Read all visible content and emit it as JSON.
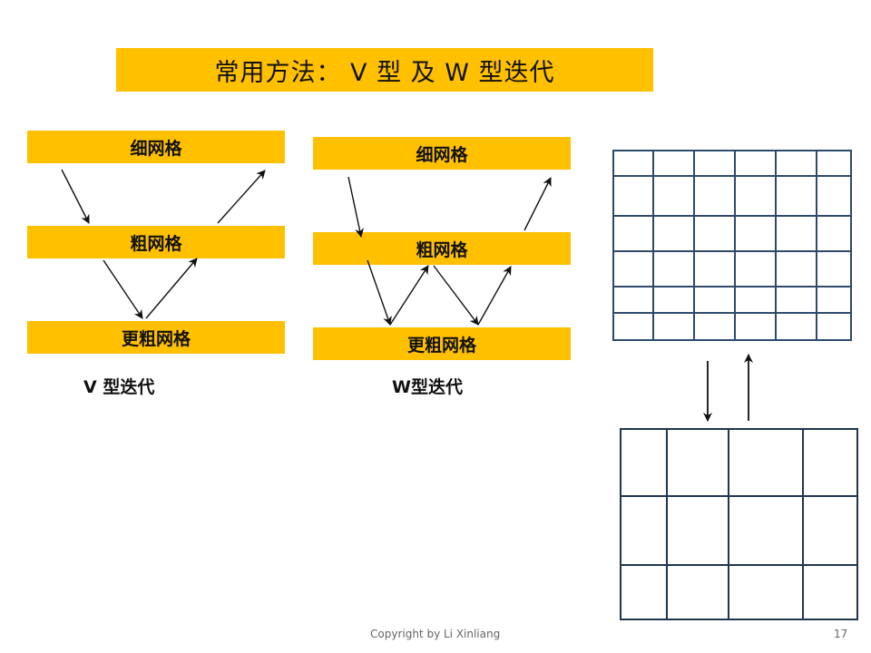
{
  "title": "常用方法：   V 型 及 W 型迭代",
  "v_diagram": {
    "fine": "细网格",
    "coarse": "粗网格",
    "coarser": "更粗网格",
    "caption": "V 型迭代"
  },
  "w_diagram": {
    "fine": "细网格",
    "coarse": "粗网格",
    "coarser": "更粗网格",
    "caption": "W型迭代"
  },
  "footer": {
    "copyright": "Copyright by Li Xinliang",
    "page_number": "17"
  },
  "colors": {
    "bar": "#FFC000",
    "fine_grid": "#2E4A6B",
    "coarse_grid": "#1F3550"
  }
}
